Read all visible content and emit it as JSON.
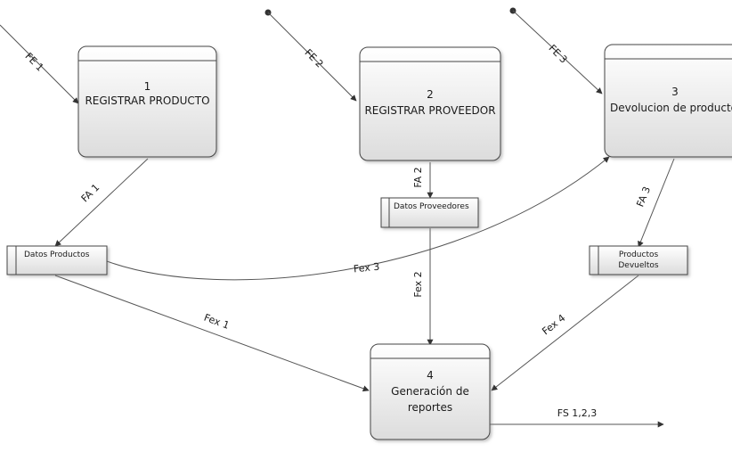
{
  "processes": [
    {
      "id": "p1",
      "number": "1",
      "label_lines": [
        "REGISTRAR PRODUCTO"
      ]
    },
    {
      "id": "p2",
      "number": "2",
      "label_lines": [
        "REGISTRAR PROVEEDOR"
      ]
    },
    {
      "id": "p3",
      "number": "3",
      "label_lines": [
        "Devolucion de producto"
      ]
    },
    {
      "id": "p4",
      "number": "4",
      "label_lines": [
        "Generación de",
        "reportes"
      ]
    }
  ],
  "stores": [
    {
      "id": "s1",
      "label_lines": [
        "Datos Productos"
      ]
    },
    {
      "id": "s2",
      "label_lines": [
        "Datos Proveedores"
      ]
    },
    {
      "id": "s3",
      "label_lines": [
        "Productos",
        "Devueltos"
      ]
    }
  ],
  "flows": [
    {
      "id": "fe1",
      "label": "FE 1"
    },
    {
      "id": "fe2",
      "label": "FE 2"
    },
    {
      "id": "fe3",
      "label": "FE 3"
    },
    {
      "id": "fa1",
      "label": "FA 1"
    },
    {
      "id": "fa2",
      "label": "FA 2"
    },
    {
      "id": "fa3",
      "label": "FA 3"
    },
    {
      "id": "fex3",
      "label": "Fex 3"
    },
    {
      "id": "fex2",
      "label": "Fex 2"
    },
    {
      "id": "fex1",
      "label": "Fex 1"
    },
    {
      "id": "fex4",
      "label": "Fex 4"
    },
    {
      "id": "fs",
      "label": "FS 1,2,3"
    }
  ],
  "colors": {
    "line": "#555555",
    "box_top": "#ffffff",
    "box_bottom": "#dcdcdc",
    "box_border": "#444444",
    "text": "#1a1a1a"
  }
}
